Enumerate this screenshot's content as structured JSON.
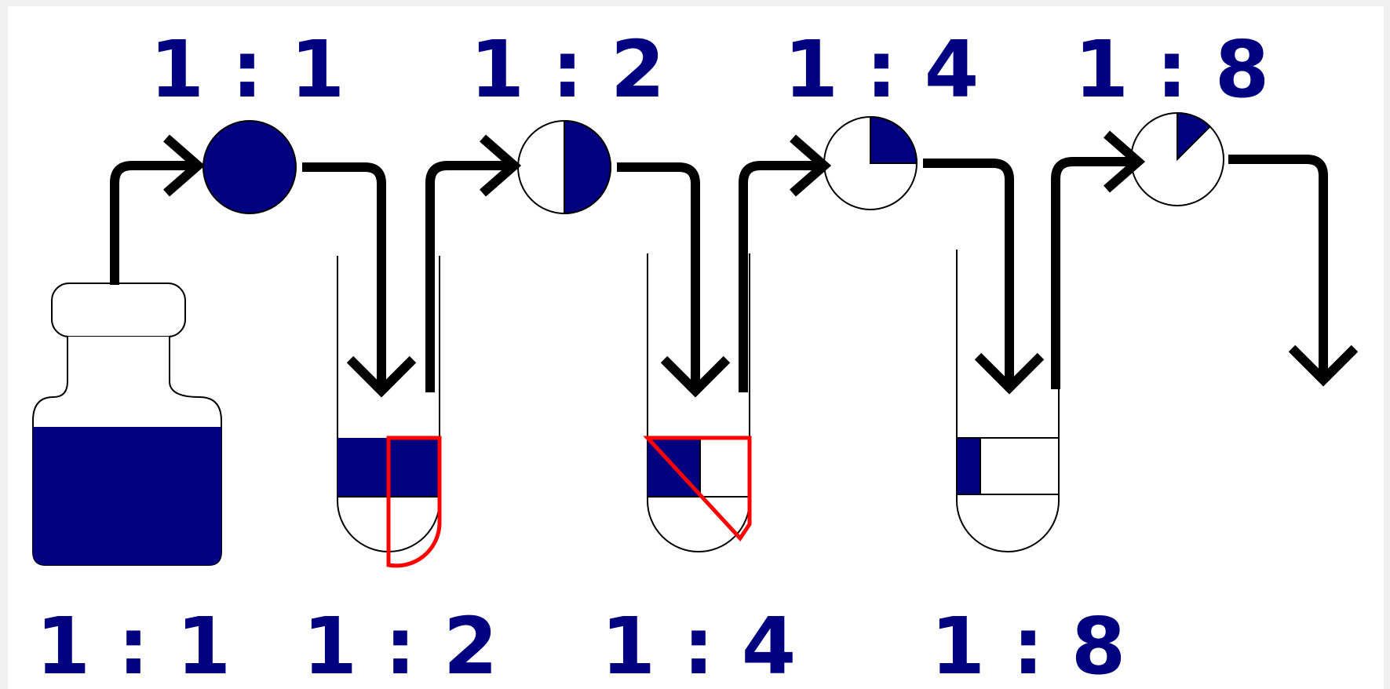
{
  "colors": {
    "fluid": "#000080",
    "flow": "#000000",
    "highlight": "#ff0000",
    "background": "#ffffff"
  },
  "top_labels": [
    "1 : 1",
    "1 : 2",
    "1 : 4",
    "1 : 8"
  ],
  "bottom_labels": [
    "1 : 1",
    "1 : 2",
    "1 : 4",
    "1 : 8"
  ],
  "pie_fractions": [
    1,
    0.5,
    0.25,
    0.125
  ],
  "icons": {
    "stock": "stock-bottle-icon",
    "tube": "test-tube-icon",
    "pie": "concentration-pie-icon",
    "arrow": "transfer-arrow-icon"
  }
}
